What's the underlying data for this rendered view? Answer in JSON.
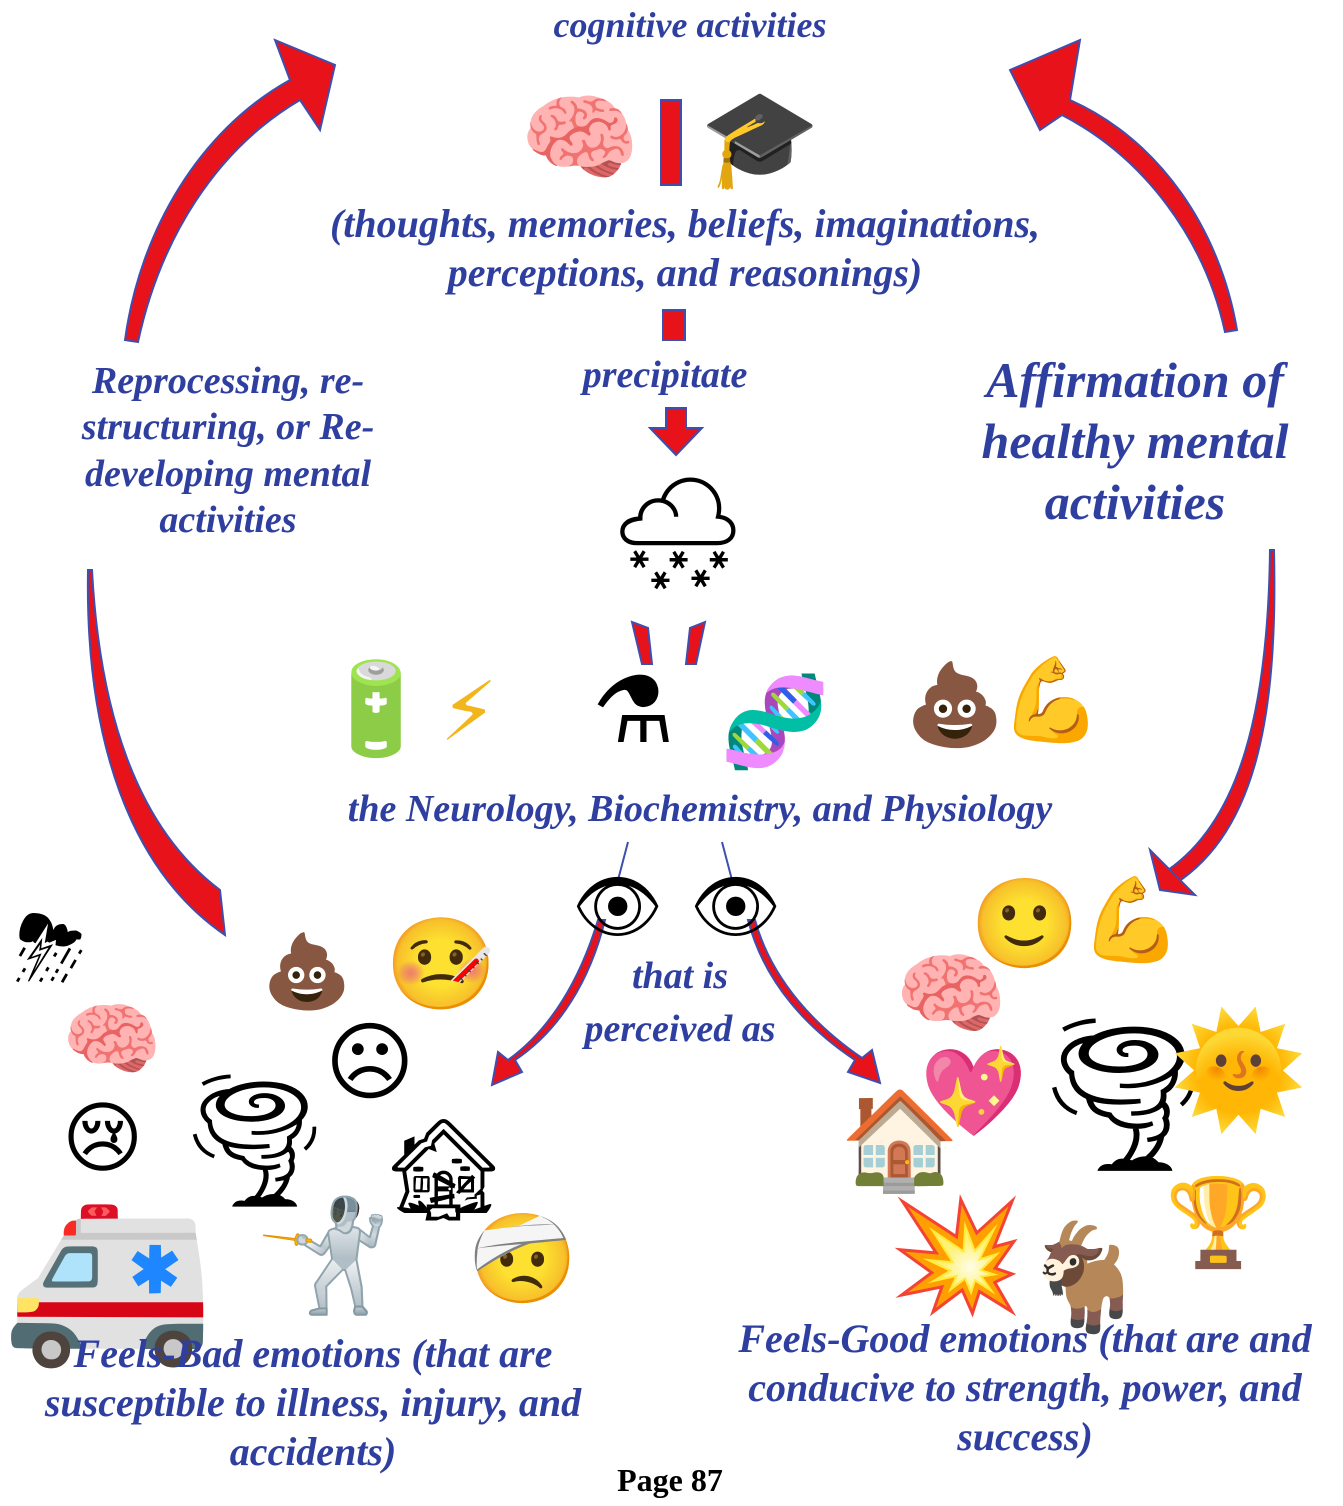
{
  "title": "cognitive activities",
  "cognitive_list": "(thoughts, memories, beliefs, imaginations, perceptions, and reasonings)",
  "precipitate": "precipitate",
  "left_label": "Reprocessing, re-structuring, or Re-developing mental activities",
  "right_label": "Affirmation of healthy mental activities",
  "physiology": "the Neurology, Biochemistry, and Physiology",
  "perceived": "that is perceived as",
  "bad": "Feels-Bad emotions (that are susceptible to illness, injury, and accidents)",
  "good": "Feels-Good emotions (that are and conducive to strength, power, and success)",
  "page": "Page 87",
  "colors": {
    "text": "#2f3fa0",
    "arrow_fill": "#e8121b",
    "arrow_edge": "#3e4fb0"
  },
  "icons": {
    "top": [
      "brain",
      "graduation-cap"
    ],
    "middle": [
      "snow-cloud",
      "battery",
      "lightning",
      "alembic",
      "dna",
      "poop",
      "muscle"
    ],
    "eyes": [
      "eye",
      "eye"
    ],
    "bad_side": [
      "storm-cloud",
      "brain-lightning",
      "crying-face",
      "tornado-sad",
      "ambulance",
      "sick-poop",
      "thermometer-face",
      "frowning-face",
      "tilted-house",
      "falling-person",
      "bandaged-face"
    ],
    "good_side": [
      "smiling-face",
      "muscle",
      "brain",
      "sparkling-heart",
      "tornado-happy",
      "sun-face",
      "house",
      "trophy",
      "collision",
      "goat"
    ]
  }
}
